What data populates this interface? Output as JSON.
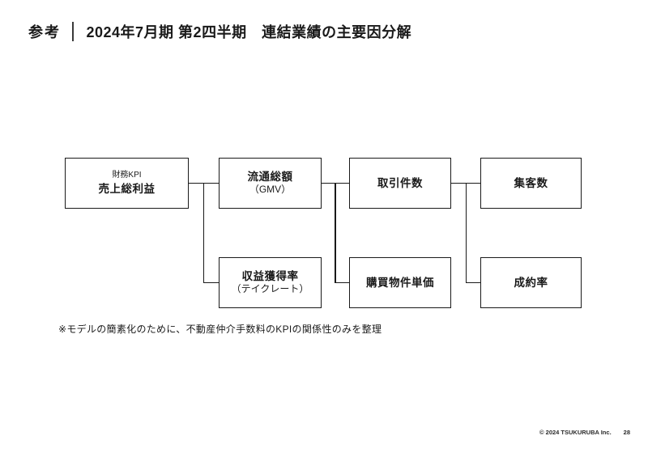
{
  "header": {
    "tag": "参考",
    "title": "2024年7月期 第2四半期　連結業績の主要因分解"
  },
  "diagram": {
    "boxes": [
      {
        "subtitle": "財務KPI",
        "label": "売上総利益"
      },
      {
        "label": "流通総額",
        "sublabel": "（GMV）"
      },
      {
        "label": "取引件数"
      },
      {
        "label": "集客数"
      },
      {
        "label": "収益獲得率",
        "sublabel": "（テイクレート）"
      },
      {
        "label": "購買物件単価"
      },
      {
        "label": "成約率"
      }
    ]
  },
  "footnote": "※モデルの簡素化のために、不動産仲介手数料のKPIの関係性のみを整理",
  "footer": {
    "copyright": "© 2024 TSUKURUBA Inc.",
    "page_number": "28"
  },
  "colors": {
    "background": "#ffffff",
    "text": "#1a1a1a",
    "line": "#1a1a1a"
  }
}
